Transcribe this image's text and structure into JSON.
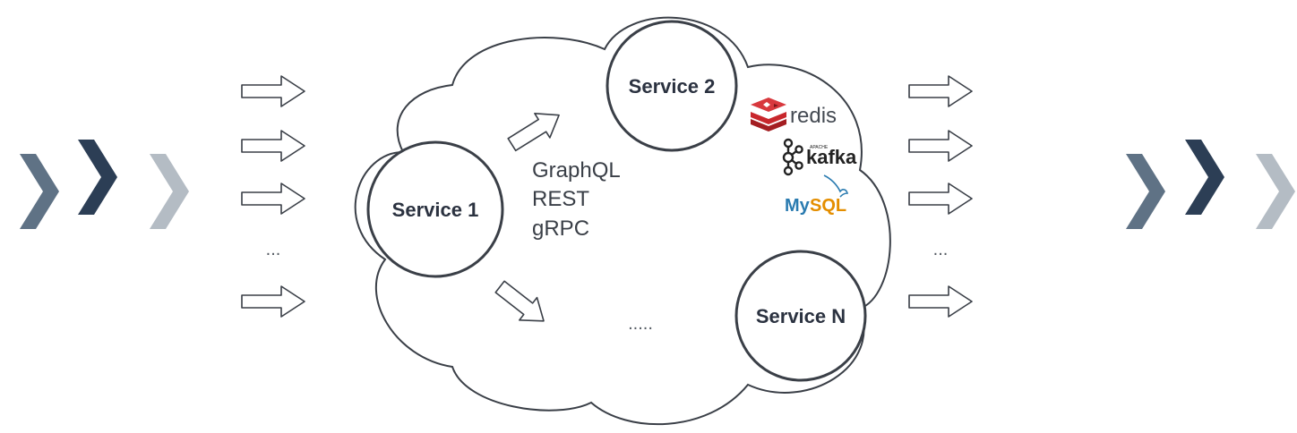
{
  "services": {
    "s1": "Service 1",
    "s2": "Service 2",
    "sn": "Service N"
  },
  "protocols": [
    "GraphQL",
    "REST",
    "gRPC"
  ],
  "ellipsis_more_services": ".....",
  "ellipsis_left": "...",
  "ellipsis_right": "...",
  "datastores": {
    "redis": "redis",
    "kafka": "kafka",
    "kafka_small": "APACHE",
    "mysql_my": "My",
    "mysql_sql": "SQL"
  },
  "colors": {
    "chevron_dark": "#2c3e55",
    "chevron_mid": "#5f7285",
    "chevron_light": "#b4bcc4",
    "outline": "#3a3f47",
    "redis_red": "#c8272c",
    "mysql_blue": "#2a7bb0",
    "mysql_orange": "#e48e00"
  },
  "icons": [
    "chevron-right-icon",
    "hollow-arrow-icon",
    "redis-logo",
    "kafka-logo",
    "mysql-logo",
    "cloud-shape"
  ]
}
